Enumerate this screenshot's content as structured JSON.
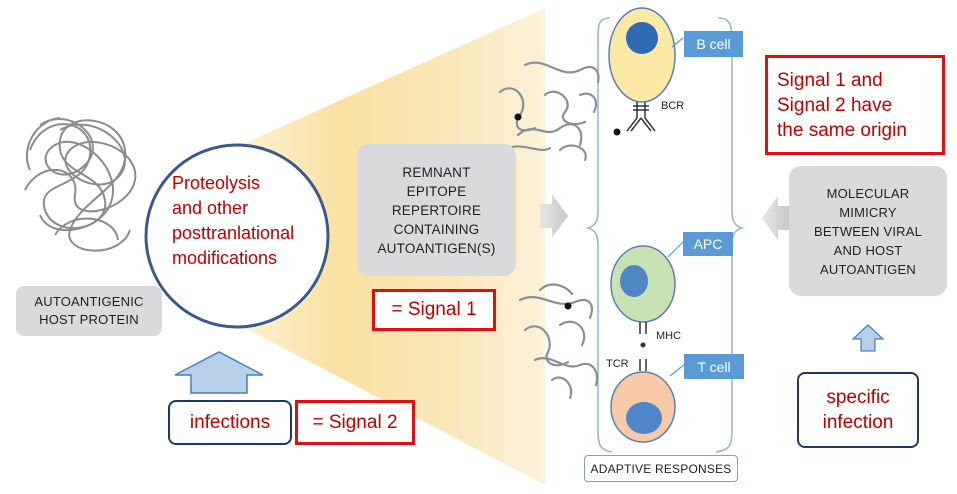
{
  "host_protein": {
    "label": "AUTOANTIGENIC\nHOST PROTEIN"
  },
  "proteolysis": {
    "text": "Proteolysis\nand other\nposttranlational\nmodifications"
  },
  "infections": {
    "label": "infections",
    "signal": "= Signal 2"
  },
  "remnant": {
    "text": "REMNANT\nEPITOPE\nREPERTOIRE\nCONTAINING\nAUTOANTIGEN(S)",
    "signal": "= Signal 1"
  },
  "cells": {
    "b_cell": "B cell",
    "bcr": "BCR",
    "apc": "APC",
    "mhc": "MHC",
    "tcr": "TCR",
    "t_cell": "T cell",
    "adaptive": "ADAPTIVE RESPONSES"
  },
  "same_origin": {
    "text": "Signal 1 and\nSignal 2 have\nthe same origin"
  },
  "mimicry": {
    "text": "MOLECULAR\nMIMICRY\nBETWEEN VIRAL\nAND HOST\nAUTOANTIGEN"
  },
  "specific_infection": {
    "text": "specific\ninfection"
  },
  "colors": {
    "signal_red": "#c00000",
    "box_red": "#e01010",
    "navy": "#203864",
    "label_blue": "#5b9bd5",
    "cone_yellow": "#f6d27a",
    "b_cell_fill": "#fce9a6",
    "apc_fill": "#c9e2b3",
    "t_cell_fill": "#f8c9a8",
    "nucleus_blue": "#4f86c6"
  }
}
